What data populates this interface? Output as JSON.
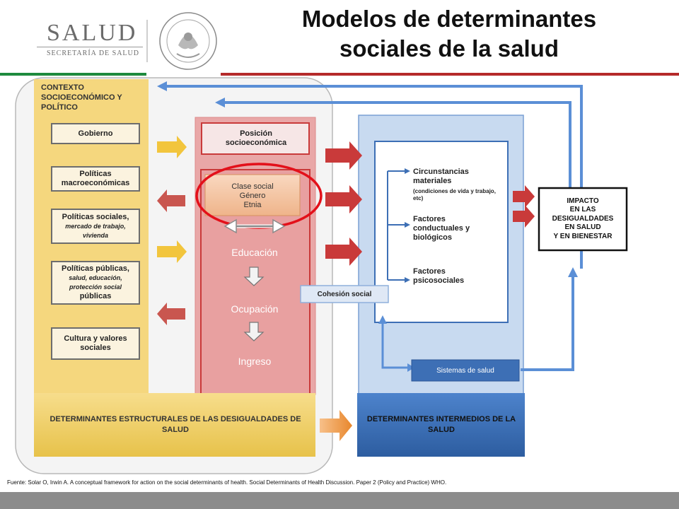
{
  "header": {
    "logo_text": "SALUD",
    "logo_subtext": "SECRETARÍA DE SALUD",
    "title_line1": "Modelos de determinantes",
    "title_line2": "sociales de la salud"
  },
  "colors": {
    "green_stripe": "#1e8a3e",
    "red_stripe": "#b52a2a",
    "yellow_panel": "#f5d77e",
    "red_panel": "#e9a7a7",
    "blue_panel": "#c8daf0",
    "dark_blue": "#3d6fb5"
  },
  "diagram": {
    "context_title": "CONTEXTO SOCIOECONÓMICO Y POLÍTICO",
    "context_items": [
      {
        "label": "Gobierno",
        "sub": ""
      },
      {
        "label": "Políticas macroeconómicas",
        "sub": ""
      },
      {
        "label": "Políticas sociales,",
        "sub": "mercado de trabajo, vivienda"
      },
      {
        "label": "Políticas públicas,",
        "sub": "salud, educación, protección social",
        "tail": "públicas"
      },
      {
        "label": "Cultura y valores sociales",
        "sub": ""
      }
    ],
    "posicion": "Posición socioeconómica",
    "clase": [
      "Clase social",
      "Género",
      "Etnia"
    ],
    "educacion": "Educación",
    "ocupacion": "Ocupación",
    "ingreso": "Ingreso",
    "circunstancias": "Circunstancias materiales",
    "circunstancias_sub": "(condiciones de vida y trabajo, etc)",
    "factores_conductuales": "Factores conductuales y biológicos",
    "factores_psicosociales": "Factores psicosociales",
    "cohesion": "Cohesión social",
    "sistemas": "Sistemas de salud",
    "impacto": [
      "IMPACTO",
      "EN LAS",
      "DESIGUALDADES",
      "EN SALUD",
      "Y EN BIENESTAR"
    ],
    "det_estructurales": "DETERMINANTES ESTRUCTURALES DE LAS DESIGUALDADES DE SALUD",
    "det_intermedios": "DETERMINANTES INTERMEDIOS DE LA SALUD"
  },
  "source": "Fuente: Solar O, Irwin A. A conceptual framework for action on the social determinants of health. Social Determinants of Health Discussion. Paper 2 (Policy and Practice) WHO."
}
